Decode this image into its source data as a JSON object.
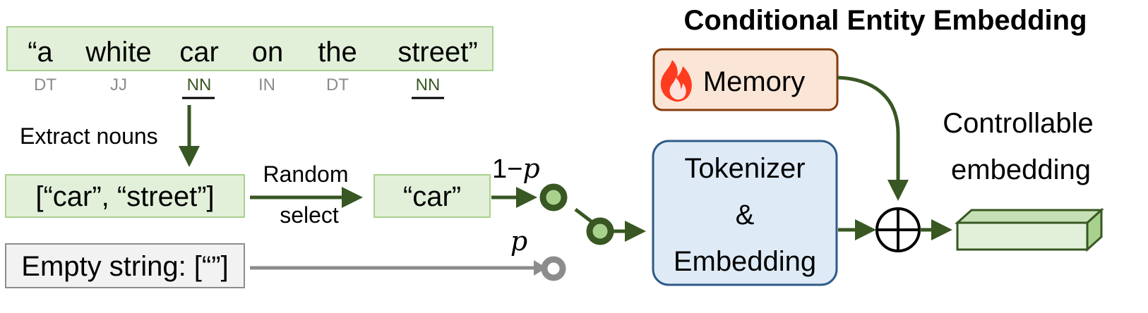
{
  "title": "Conditional Entity Embedding",
  "sentence": {
    "words": [
      "“a",
      "white",
      "car",
      "on",
      "the",
      "street”"
    ],
    "tags": [
      "DT",
      "JJ",
      "NN",
      "IN",
      "DT",
      "NN"
    ]
  },
  "extract_label": "Extract nouns",
  "nouns_box": "[“car”, “street”]",
  "random_select": [
    "Random",
    "select"
  ],
  "selected_box": "“car”",
  "empty_box": "Empty string: [“”]",
  "prob_one": "1−",
  "prob_p": "p",
  "prob_p2": "p",
  "memory_label": "Memory",
  "tokenizer_lines": [
    "Tokenizer",
    "&",
    "Embedding"
  ],
  "output_label_lines": [
    "Controllable",
    "embedding"
  ],
  "colors": {
    "green_fill": "#e2f0d9",
    "green_border": "#a9d18e",
    "dark_green": "#385723",
    "switch_green": "#a9d18e",
    "gray_fill": "#f2f2f2",
    "gray_border": "#8c8c8c",
    "memory_fill": "#fbe5d6",
    "memory_border": "#843c0c",
    "tokenizer_fill": "#deebf7",
    "tokenizer_border": "#2e5a88",
    "flame": "#ff3b1f"
  },
  "icons": [
    "flame-icon",
    "xor-sum-icon",
    "switch-icon",
    "embedding-prism-icon"
  ]
}
